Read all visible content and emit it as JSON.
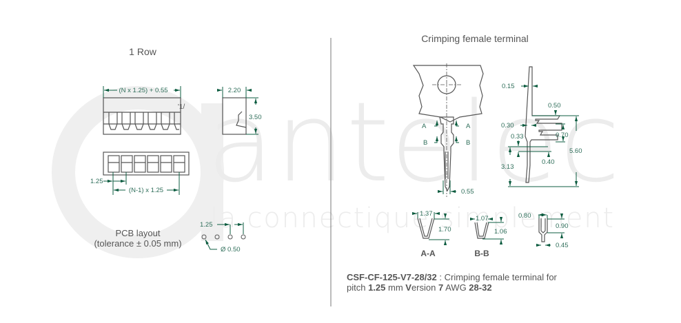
{
  "watermark": {
    "brand": "antelec",
    "tagline": "la connectique simplement"
  },
  "left": {
    "title": "1 Row",
    "dims": {
      "overall_length": "(N x 1.25) + 0.55",
      "width": "2.20",
      "height": "3.50",
      "pitch": "1.25",
      "span": "(N-1) x 1.25",
      "marker": "'1/"
    },
    "pcb": {
      "title": "PCB layout",
      "tolerance": "(tolerance ± 0.05 mm)",
      "pitch": "1.25",
      "hole": "Ø 0.50"
    }
  },
  "right": {
    "title": "Crimping female terminal",
    "front": {
      "section_a": "A",
      "section_b": "B",
      "width": "0.55"
    },
    "side": {
      "d015": "0.15",
      "d050": "0.50",
      "d030": "0.30",
      "d070": "0.70",
      "d033": "0.33",
      "d040": "0.40",
      "d313": "3.13",
      "d560": "5.60"
    },
    "sections": {
      "aa": {
        "label": "A-A",
        "w": "1.37",
        "h": "1.70"
      },
      "bb": {
        "label": "B-B",
        "w": "1.07",
        "h": "1.06"
      },
      "tip": {
        "w": "0.80",
        "h": "0.90",
        "pin": "0.45"
      }
    },
    "caption": {
      "part": "CSF-CF-125-V7-28/32",
      "line1_rest": " : Crimping female terminal for",
      "l2a": "pitch ",
      "l2b": "1.25",
      "l2c": " mm ",
      "l2d": "V",
      "l2e": "ersion ",
      "l2f": "7",
      "l2g": " AWG ",
      "l2h": "28-32"
    }
  },
  "colors": {
    "dimension": "#0d5c40",
    "line": "#555555",
    "watermark": "#ececec"
  }
}
